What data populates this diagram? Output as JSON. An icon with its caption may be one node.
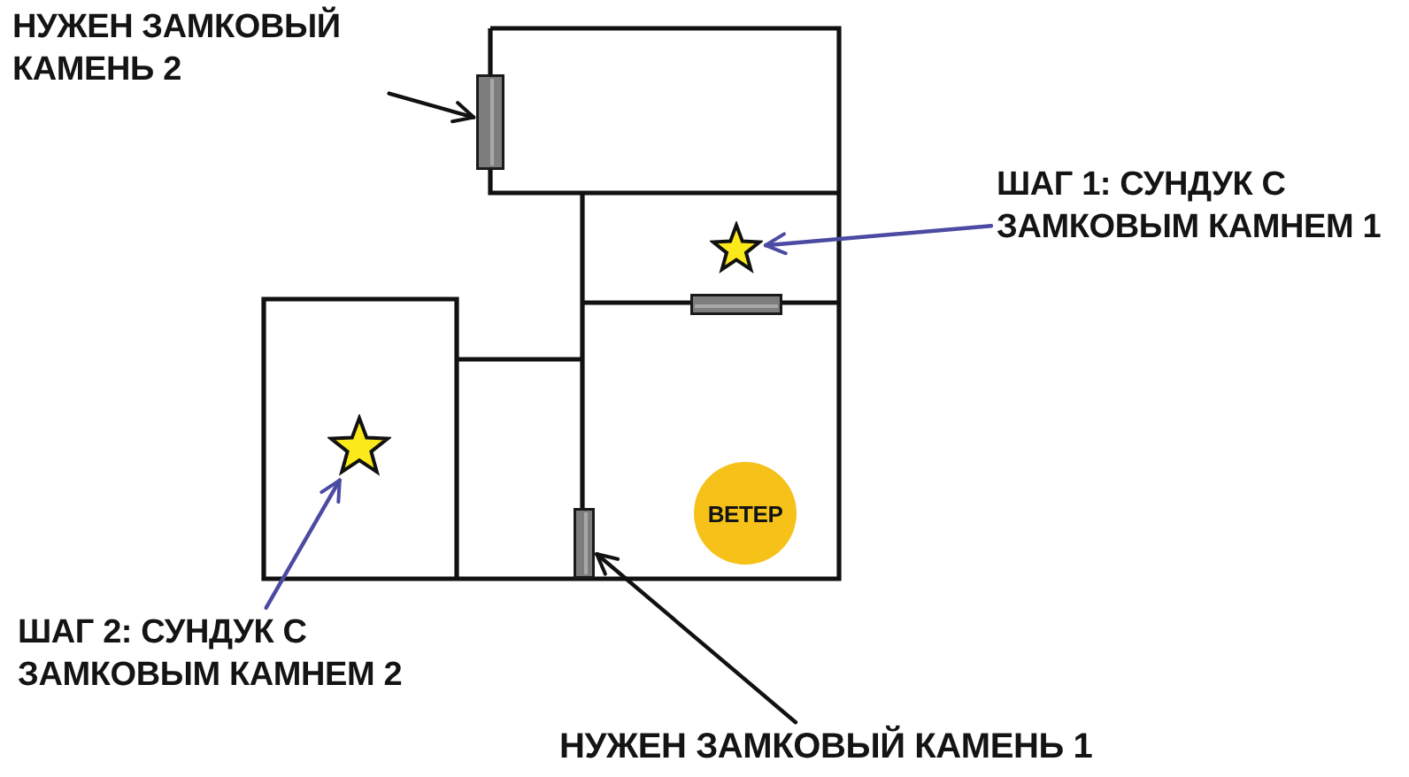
{
  "diagram": {
    "nodes": [
      {
        "text": [
          "НУЖЕН ЗАМКОВЫЙ КАМЕНЬ 2"
        ]
      },
      {
        "text": [],
        "shape": "bar"
      },
      {
        "text": [
          "ШАГ 1: СУНДУК С ЗАМКОВЫМ КАМНЕМ 1"
        ]
      },
      {
        "text": [],
        "shape": "star"
      },
      {
        "text": [],
        "shape": "bar"
      },
      {
        "text": [],
        "shape": "star"
      },
      {
        "text": [
          "ВЕТЕР"
        ]
      },
      {
        "text": [],
        "shape": "bar"
      },
      {
        "text": [
          "ШАГ 2: СУНДУК С ЗАМКОВЫМ КАМНЕМ 2"
        ]
      },
      {
        "text": [
          "НУЖЕН ЗАМКОВЫЙ КАМЕНЬ 1"
        ]
      }
    ],
    "edges": [
      {
        "from": 0,
        "to": 1,
        "arrow": "to"
      },
      {
        "from": 2,
        "to": 3,
        "arrow": "to",
        "color": "#4b4ba3"
      },
      {
        "from": 8,
        "to": 5,
        "arrow": "to",
        "color": "#4b4ba3"
      },
      {
        "from": 9,
        "to": 7,
        "arrow": "to"
      }
    ]
  }
}
